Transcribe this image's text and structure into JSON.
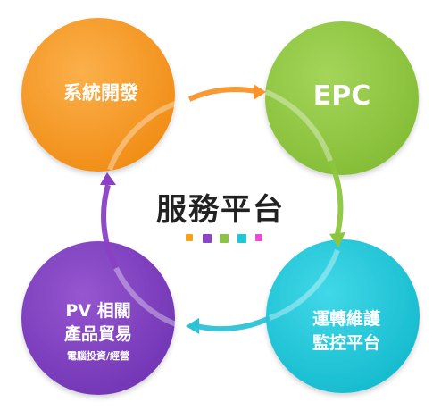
{
  "center": {
    "title": "服務平台",
    "dot_colors": [
      "#f7a11a",
      "#8e44c9",
      "#8bc34a",
      "#1fc8d6",
      "#e84cd7"
    ]
  },
  "nodes": {
    "top_left": {
      "label": "系統開發",
      "color": "#f5921f"
    },
    "top_right": {
      "label": "EPC",
      "color": "#8cc63f"
    },
    "bottom_right": {
      "line1": "運轉維護",
      "line2": "監控平台",
      "color": "#1bc6d9"
    },
    "bottom_left": {
      "line1": "PV 相關",
      "line2": "產品貿易",
      "line3": "電腦投資/經營",
      "color": "#7b3fbf"
    }
  },
  "arrows": {
    "top": "#f7932a",
    "right": "#8cc63f",
    "bottom": "#2cc3d6",
    "left": "#8a3fc4"
  }
}
